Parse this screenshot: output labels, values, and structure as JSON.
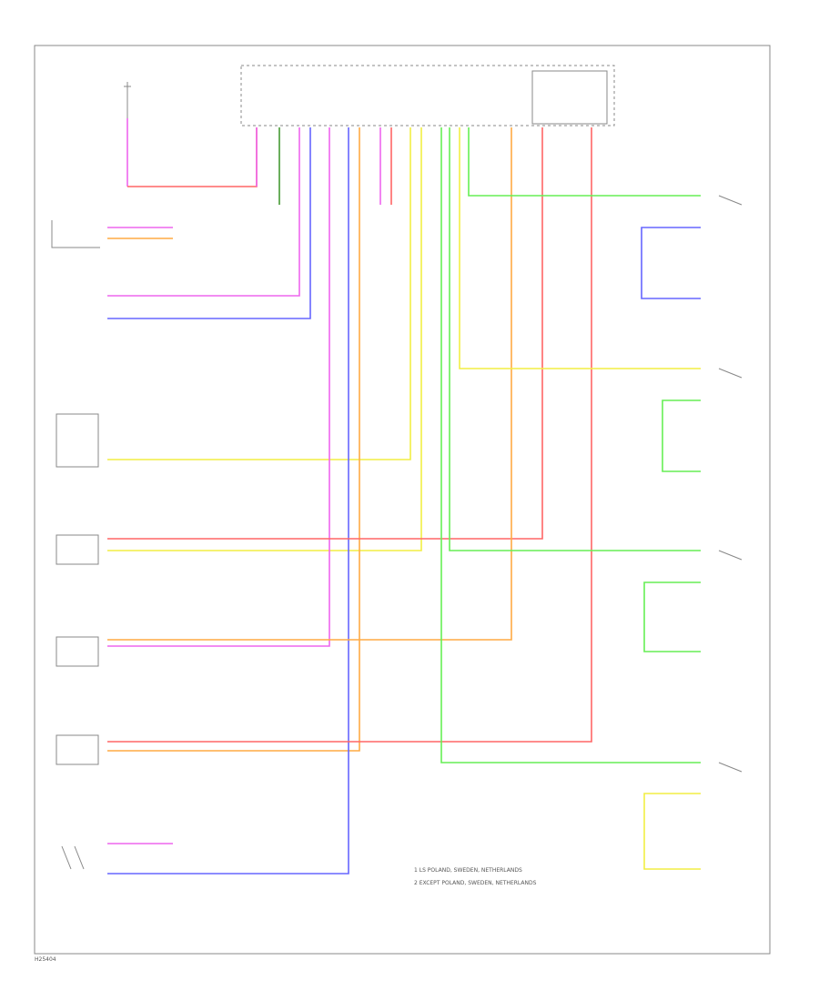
{
  "legend": {
    "line1": "1   LS POLAND, SWEDEN, NETHERLANDS",
    "line2": "2   EXCEPT POLAND, SWEDEN, NETHERLANDS"
  },
  "footer_code": "H25404",
  "colors": {
    "pink": "#ee66ee",
    "blue": "#6666ff",
    "yellow": "#f2ee44",
    "orange": "#ffaa44",
    "red": "#ff6666",
    "green": "#66ee55",
    "dark_green": "#449933",
    "frame": "#888888"
  }
}
